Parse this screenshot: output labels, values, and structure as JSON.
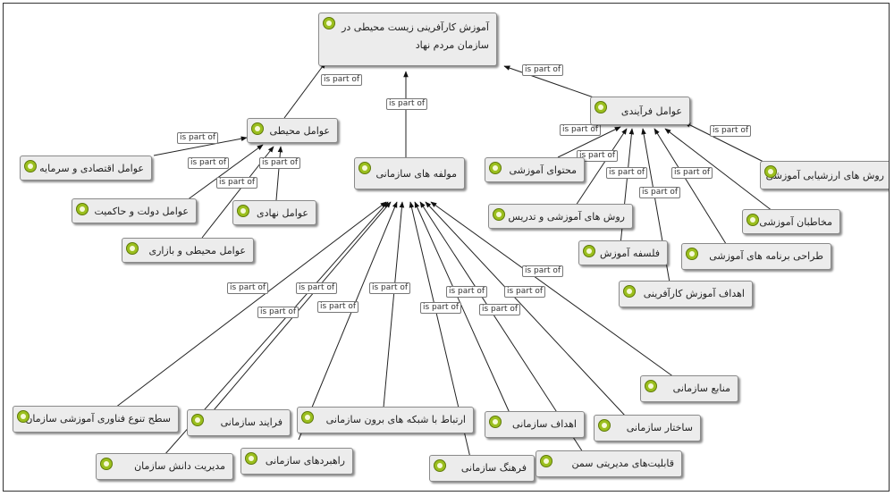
{
  "edge_label": "is part of",
  "nodes": {
    "root": "آموزش کارآفرینی زیست محیطی در سازمان مردم نهاد",
    "env": "عوامل محیطی",
    "econ": "عوامل اقتصادی و سرمایه",
    "govt": "عوامل دولت و حاکمیت",
    "inst": "عوامل نهادی",
    "envmkt": "عوامل محیطی و بازاری",
    "org": "مولفه های سازمانی",
    "proc": "عوامل فرآیندی",
    "content": "محتوای آموزشی",
    "methods": "روش های آموزشی و تدریس",
    "eval": "روش های ارزشیابی آموزشی",
    "philo": "فلسفه آموزش",
    "audience": "مخاطبان آموزشی",
    "design": "طراحی برنامه های آموزشی",
    "goals": "اهداف آموزش کارآفرینی",
    "tech": "سطح تنوع فناوری آموزشی سازمان",
    "process": "فرایند سازمانی",
    "km": "مدیریت دانش سازمان",
    "strat": "راهبردهای سازمانی",
    "network": "ارتباط با شبکه های برون سازمانی",
    "culture": "فرهنگ سازمانی",
    "orggoals": "اهداف سازمانی",
    "mgmt": "قابلیت‌های مدیریتی سمن",
    "struct": "ساختار سازمانی",
    "res": "منابع سازمانی"
  }
}
